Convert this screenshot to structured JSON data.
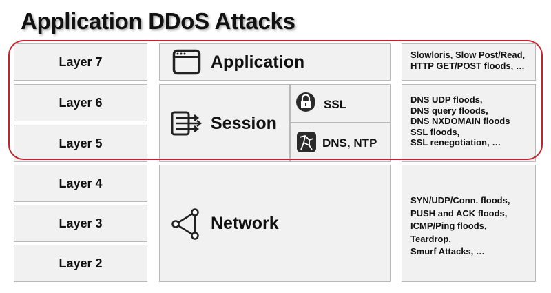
{
  "title": "Application DDoS Attacks",
  "layers": [
    "Layer 7",
    "Layer 6",
    "Layer 5",
    "Layer 4",
    "Layer 3",
    "Layer 2"
  ],
  "groups": {
    "application": {
      "label": "Application",
      "icon": "browser-window-icon"
    },
    "session": {
      "label": "Session",
      "icon": "network-traffic-icon",
      "sub": [
        {
          "label": "SSL",
          "icon": "lock-icon"
        },
        {
          "label": "DNS, NTP",
          "icon": "map-icon"
        }
      ]
    },
    "network": {
      "label": "Network",
      "icon": "network-nodes-icon"
    }
  },
  "attacks": {
    "application": [
      "Slowloris, Slow Post/Read,",
      "HTTP GET/POST floods, …"
    ],
    "session": [
      "DNS UDP floods,",
      "DNS query floods,",
      "DNS NXDOMAIN floods",
      "SSL floods,",
      "SSL renegotiation, …"
    ],
    "network": [
      "SYN/UDP/Conn. floods,",
      "PUSH and ACK floods,",
      "ICMP/Ping floods,",
      "Teardrop,",
      "Smurf Attacks, …"
    ]
  },
  "colors": {
    "highlight": "#c1262e",
    "box_fill": "#f1f1f1",
    "box_border": "#b9b9b9"
  }
}
